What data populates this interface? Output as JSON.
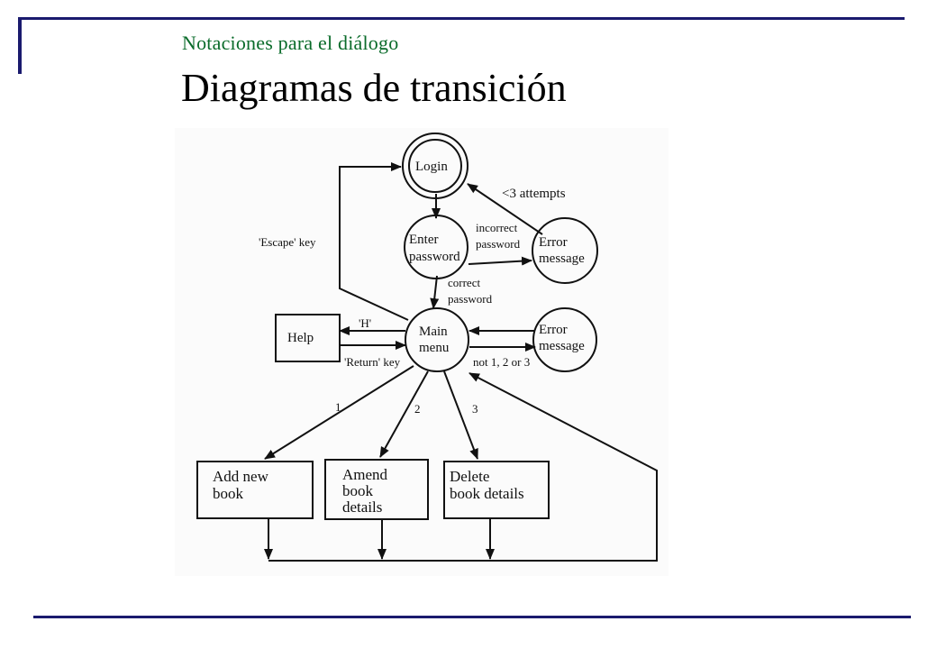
{
  "slide": {
    "subtitle": "Notaciones para el diálogo",
    "title": "Diagramas de transición",
    "colors": {
      "rule": "#1a1a6e",
      "subtitle": "#0a6b2a",
      "title": "#000000"
    }
  },
  "diagram": {
    "nodes": {
      "login": "Login",
      "enter_password": [
        "Enter",
        "password"
      ],
      "error_top": [
        "Error",
        "message"
      ],
      "main_menu": [
        "Main",
        "menu"
      ],
      "error_mid": [
        "Error",
        "message"
      ],
      "help": "Help",
      "add_book": [
        "Add new",
        "book"
      ],
      "amend_book": [
        "Amend",
        "book",
        "details"
      ],
      "delete_book": [
        "Delete",
        "book details"
      ]
    },
    "edges": {
      "attempts": "<3 attempts",
      "incorrect": [
        "incorrect",
        "password"
      ],
      "correct": [
        "correct",
        "password"
      ],
      "escape": "'Escape' key",
      "h_key": "'H'",
      "return_key": "'Return' key",
      "not_123": "not 1, 2 or 3",
      "opt1": "1",
      "opt2": "2",
      "opt3": "3"
    }
  }
}
